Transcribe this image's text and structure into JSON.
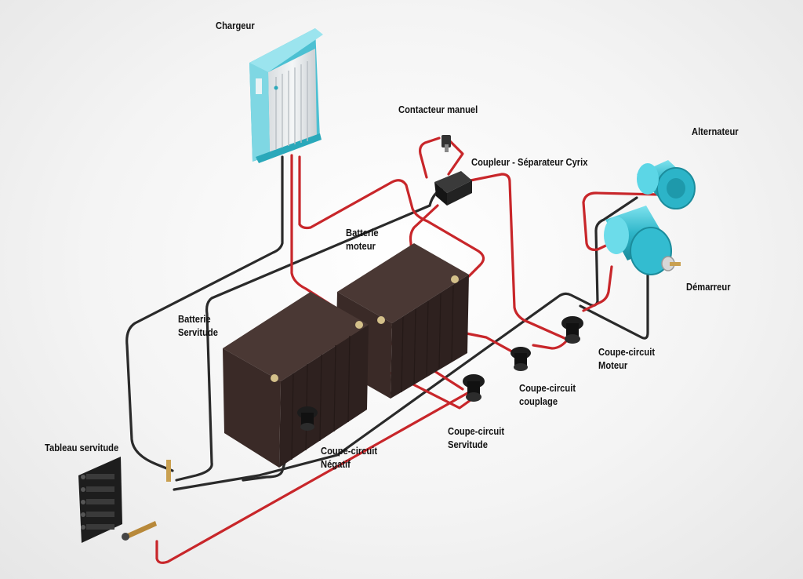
{
  "labels": {
    "chargeur": "Chargeur",
    "contacteur_manuel": "Contacteur manuel",
    "coupleur": "Coupleur - Séparateur Cyrix",
    "alternateur": "Alternateur",
    "batterie_moteur_l1": "Batterie",
    "batterie_moteur_l2": "moteur",
    "demarreur": "Démarreur",
    "batterie_servitude_l1": "Batterie",
    "batterie_servitude_l2": "Servitude",
    "cc_moteur_l1": "Coupe-circuit",
    "cc_moteur_l2": "Moteur",
    "cc_couplage_l1": "Coupe-circuit",
    "cc_couplage_l2": "couplage",
    "cc_servitude_l1": "Coupe-circuit",
    "cc_servitude_l2": "Servitude",
    "cc_negatif_l1": "Coupe-circuit",
    "cc_negatif_l2": "Négatif",
    "tableau_servitude": "Tableau servitude"
  },
  "colors": {
    "positive_cable": "#c8262a",
    "negative_cable": "#2a2a2a",
    "charger_body": "#5ec8d8",
    "motor_body": "#3fc4d6",
    "battery_body": "#3a2a27"
  }
}
